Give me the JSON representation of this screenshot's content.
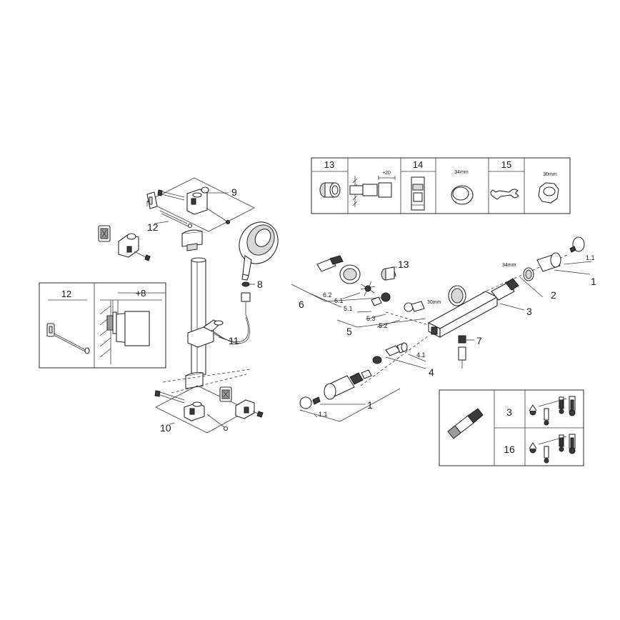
{
  "callouts": {
    "c9": "9",
    "c12": "12",
    "c8": "8",
    "c11": "11",
    "c10": "10",
    "c13": "13",
    "c6": "6",
    "c6_2": "6.2",
    "c6_1": "6.1",
    "c5_1": "5.1",
    "c5_3": "5.3",
    "c5_2": "5.2",
    "c5": "5",
    "dim_30mm_valve": "30mm",
    "dim_34mm": "34mm",
    "c3": "3",
    "c2": "2",
    "c1_top": "1",
    "c1_1_top": "1.1",
    "c7": "7",
    "c4_1": "4.1",
    "c4": "4",
    "c1_bottom": "1",
    "c1_1_bottom": "1.1"
  },
  "tools_table": {
    "h13": "13",
    "plus20": "+20",
    "h14": "14",
    "dim34": "34mm",
    "h15": "15",
    "dim30": "30mm"
  },
  "inset_left": {
    "h12": "12",
    "plus8": "+8"
  },
  "inset_right": {
    "r3": "3",
    "r16": "16"
  }
}
